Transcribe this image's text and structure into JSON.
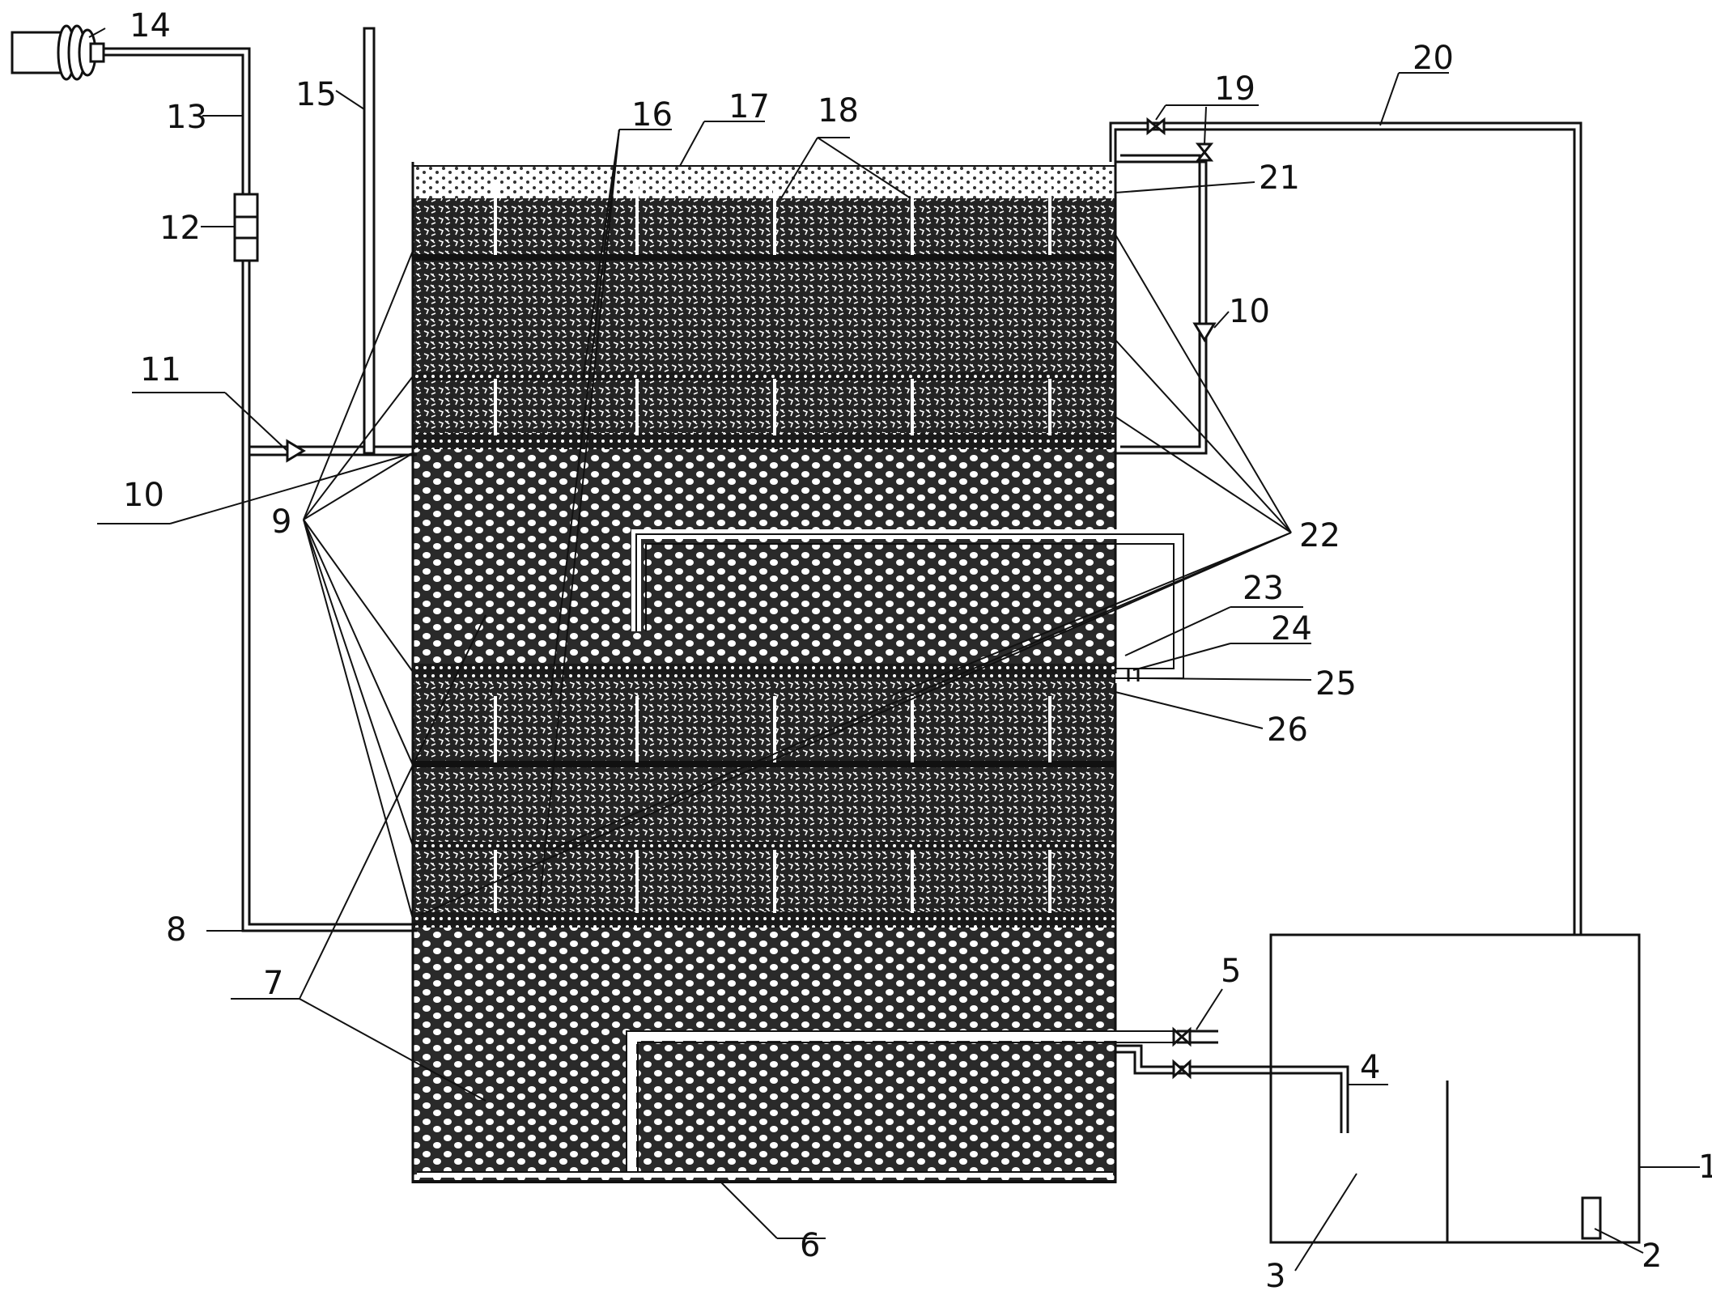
{
  "labels": {
    "n1": "1",
    "n2": "2",
    "n3": "3",
    "n4": "4",
    "n5": "5",
    "n6": "6",
    "n7": "7",
    "n8": "8",
    "n9": "9",
    "n10a": "10",
    "n10b": "10",
    "n11": "11",
    "n12": "12",
    "n13": "13",
    "n14": "14",
    "n15": "15",
    "n16": "16",
    "n17": "17",
    "n18": "18",
    "n19": "19",
    "n20": "20",
    "n21": "21",
    "n22": "22",
    "n23": "23",
    "n24": "24",
    "n25": "25",
    "n26": "26"
  },
  "colors": {
    "line": "#111111",
    "fill_dark": "#1e1e1e",
    "fill_gravel": "#ffffff",
    "background": "#ffffff"
  }
}
